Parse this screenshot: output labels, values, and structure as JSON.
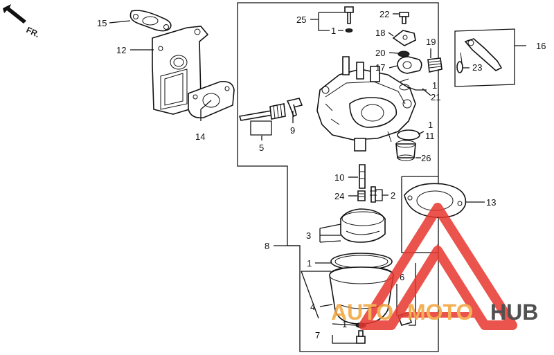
{
  "direction_label": "FR.",
  "callouts": {
    "c1a": "1",
    "c1b": "1",
    "c1c": "1",
    "c1d": "1",
    "c1e": "1",
    "c2": "2",
    "c3": "3",
    "c4": "4",
    "c5": "5",
    "c6": "6",
    "c7": "7",
    "c8": "8",
    "c9": "9",
    "c10": "10",
    "c11": "11",
    "c12": "12",
    "c13": "13",
    "c14": "14",
    "c15": "15",
    "c16": "16",
    "c17": "17",
    "c18": "18",
    "c19": "19",
    "c20": "20",
    "c21": "21",
    "c22": "22",
    "c23": "23",
    "c24": "24",
    "c25": "25",
    "c26": "26"
  },
  "watermark": {
    "auto": "AUTO",
    "moto": "MOTO",
    "hub": "HUB",
    "color_red": "#e8362f",
    "color_orange": "#f2a33a",
    "color_gray": "#333333"
  }
}
